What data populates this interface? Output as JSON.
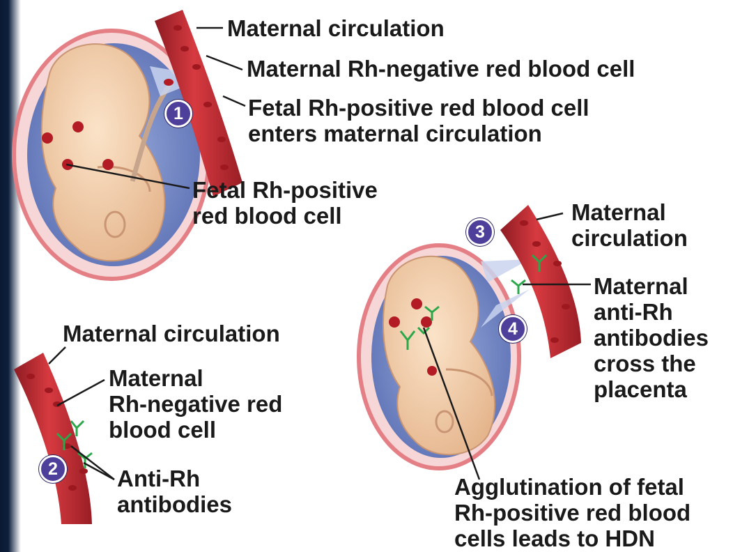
{
  "colors": {
    "vessel": "#c72a31",
    "vessel_dark": "#8e1b22",
    "blood_cell": "#9e1820",
    "fetus": "#f3d2b0",
    "uterus_outline": "#e47f86",
    "amniotic": "#6f84c4",
    "antibody": "#2aa84a",
    "badge": "#4d3f9a",
    "text": "#1a1a1a"
  },
  "steps": [
    {
      "number": "1"
    },
    {
      "number": "2"
    },
    {
      "number": "3"
    },
    {
      "number": "4"
    }
  ],
  "labels": {
    "top_maternal_circulation": "Maternal circulation",
    "top_maternal_rh_negative": "Maternal Rh-negative red blood cell",
    "top_fetal_enters": "Fetal Rh-positive red blood cell\nenters maternal circulation",
    "top_fetal_rh_positive": "Fetal Rh-positive\nred blood cell",
    "bl_maternal_circulation": "Maternal circulation",
    "bl_maternal_rh_negative": "Maternal\nRh-negative red\nblood cell",
    "bl_anti_rh": "Anti-Rh\nantibodies",
    "br_maternal_circulation": "Maternal\ncirculation",
    "br_antibodies_cross": "Maternal\nanti-Rh\nantibodies\ncross the\nplacenta",
    "br_agglutination": "Agglutination of fetal\nRh-positive red blood\ncells leads to HDN"
  }
}
